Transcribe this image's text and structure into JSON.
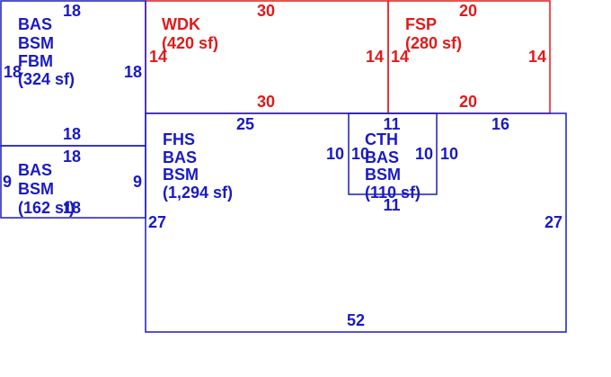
{
  "colors": {
    "existing": "#1a1ac4",
    "exterior": "#e01a1a",
    "background": "#ffffff"
  },
  "areas": {
    "upper_left": {
      "codes": [
        "BAS",
        "BSM",
        "FBM"
      ],
      "area": "(324 sf)",
      "top": "18",
      "bottom": "18",
      "left": "18",
      "right": "18"
    },
    "lower_left": {
      "codes": [
        "BAS",
        "BSM"
      ],
      "area": "(162 sf)",
      "top": "18",
      "bottom": "18",
      "left": "9",
      "right": "9"
    },
    "wdk": {
      "codes": [
        "WDK"
      ],
      "area": "(420 sf)",
      "top": "30",
      "bottom": "30",
      "left": "14",
      "right": "14"
    },
    "fsp": {
      "codes": [
        "FSP"
      ],
      "area": "(280 sf)",
      "top": "20",
      "bottom": "20",
      "left": "14",
      "right": "14"
    },
    "main": {
      "codes": [
        "FHS",
        "BAS",
        "BSM"
      ],
      "area": "(1,294 sf)",
      "top_left": "25",
      "top_right": "16",
      "bottom": "52",
      "left": "27",
      "right": "27"
    },
    "cth": {
      "codes": [
        "CTH",
        "BAS",
        "BSM"
      ],
      "area": "(110 sf)",
      "top": "11",
      "bottom": "11",
      "left_outer": "10",
      "left_inner": "10",
      "right_inner": "10",
      "right_outer": "10"
    }
  }
}
